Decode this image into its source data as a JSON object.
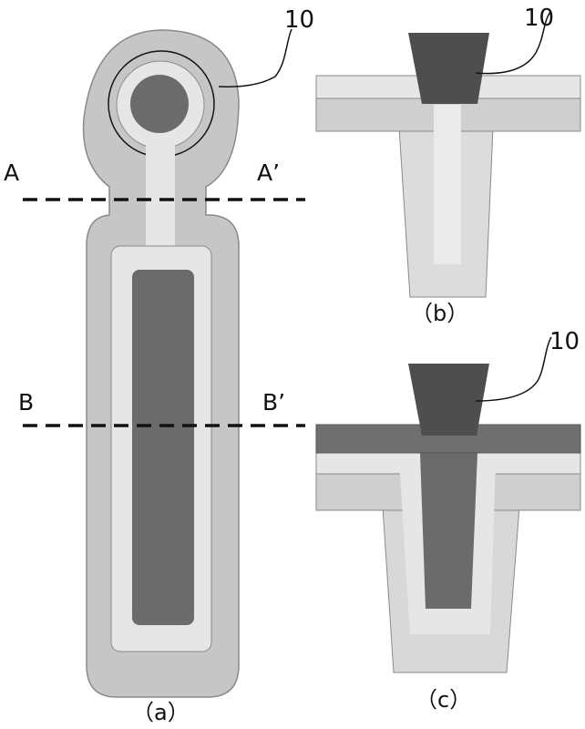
{
  "labels": {
    "ref_a": "10",
    "ref_b": "10",
    "ref_c": "10",
    "section_a": "A",
    "section_a_prime": "A’",
    "section_b": "B",
    "section_b_prime": "B’",
    "caption_a": "（a）",
    "caption_b": "（b）",
    "caption_c": "（c）"
  },
  "colors": {
    "outer_layer": "#c6c6c6",
    "light_layer": "#e6e6e6",
    "inner_core": "#6b6b6b",
    "dark_plug": "#4e4e4e",
    "top_layer": "#6f6f6f",
    "outline": "#8a8a8a",
    "line": "#111111"
  }
}
